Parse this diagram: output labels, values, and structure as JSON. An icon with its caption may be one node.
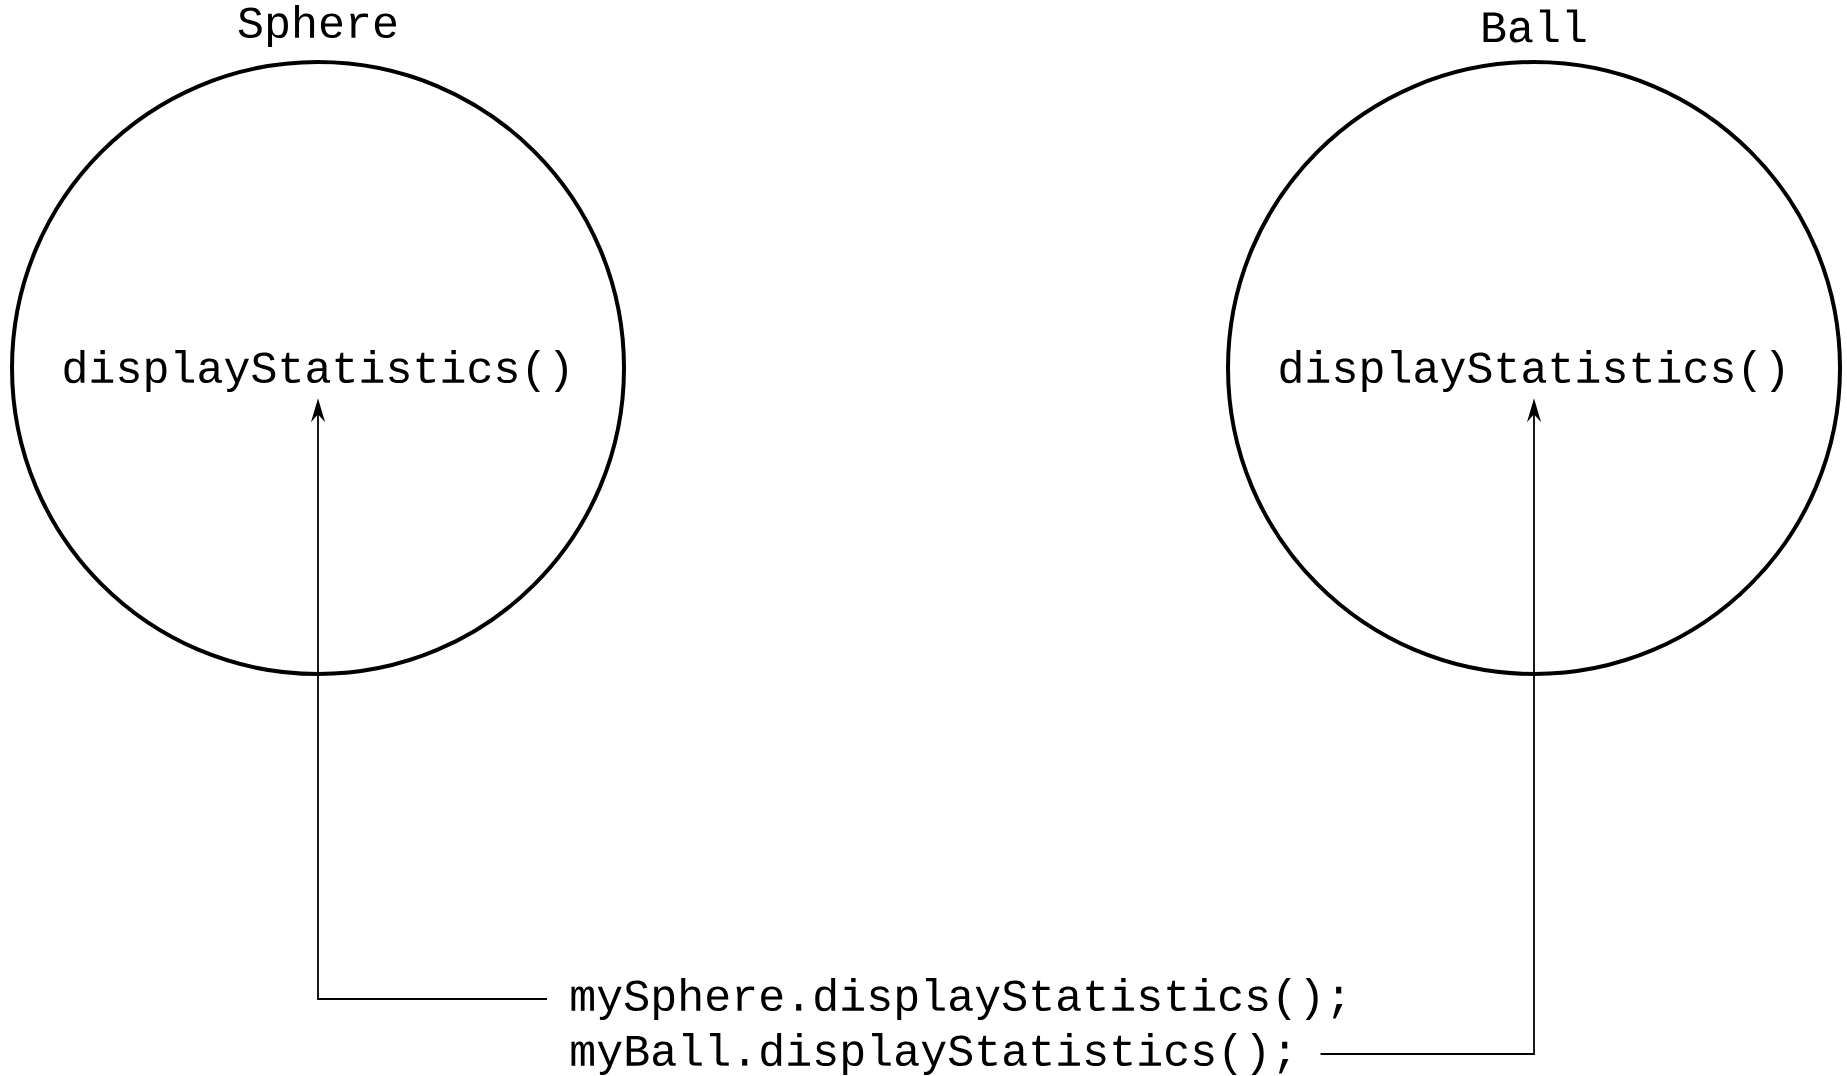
{
  "diagram": {
    "nodes": [
      {
        "text": [
          "Sphere"
        ]
      },
      {
        "text": [
          "displayStatistics()"
        ],
        "in": 0
      },
      {
        "text": [
          "Ball"
        ]
      },
      {
        "text": [
          "displayStatistics()"
        ],
        "in": 2
      },
      {
        "text": [
          "mySphere.displayStatistics();"
        ]
      },
      {
        "text": [
          "myBall.displayStatistics();"
        ]
      }
    ],
    "edges": [
      {
        "from": 4,
        "to": 1,
        "arrow": "to"
      },
      {
        "from": 5,
        "to": 3,
        "arrow": "to"
      }
    ]
  }
}
